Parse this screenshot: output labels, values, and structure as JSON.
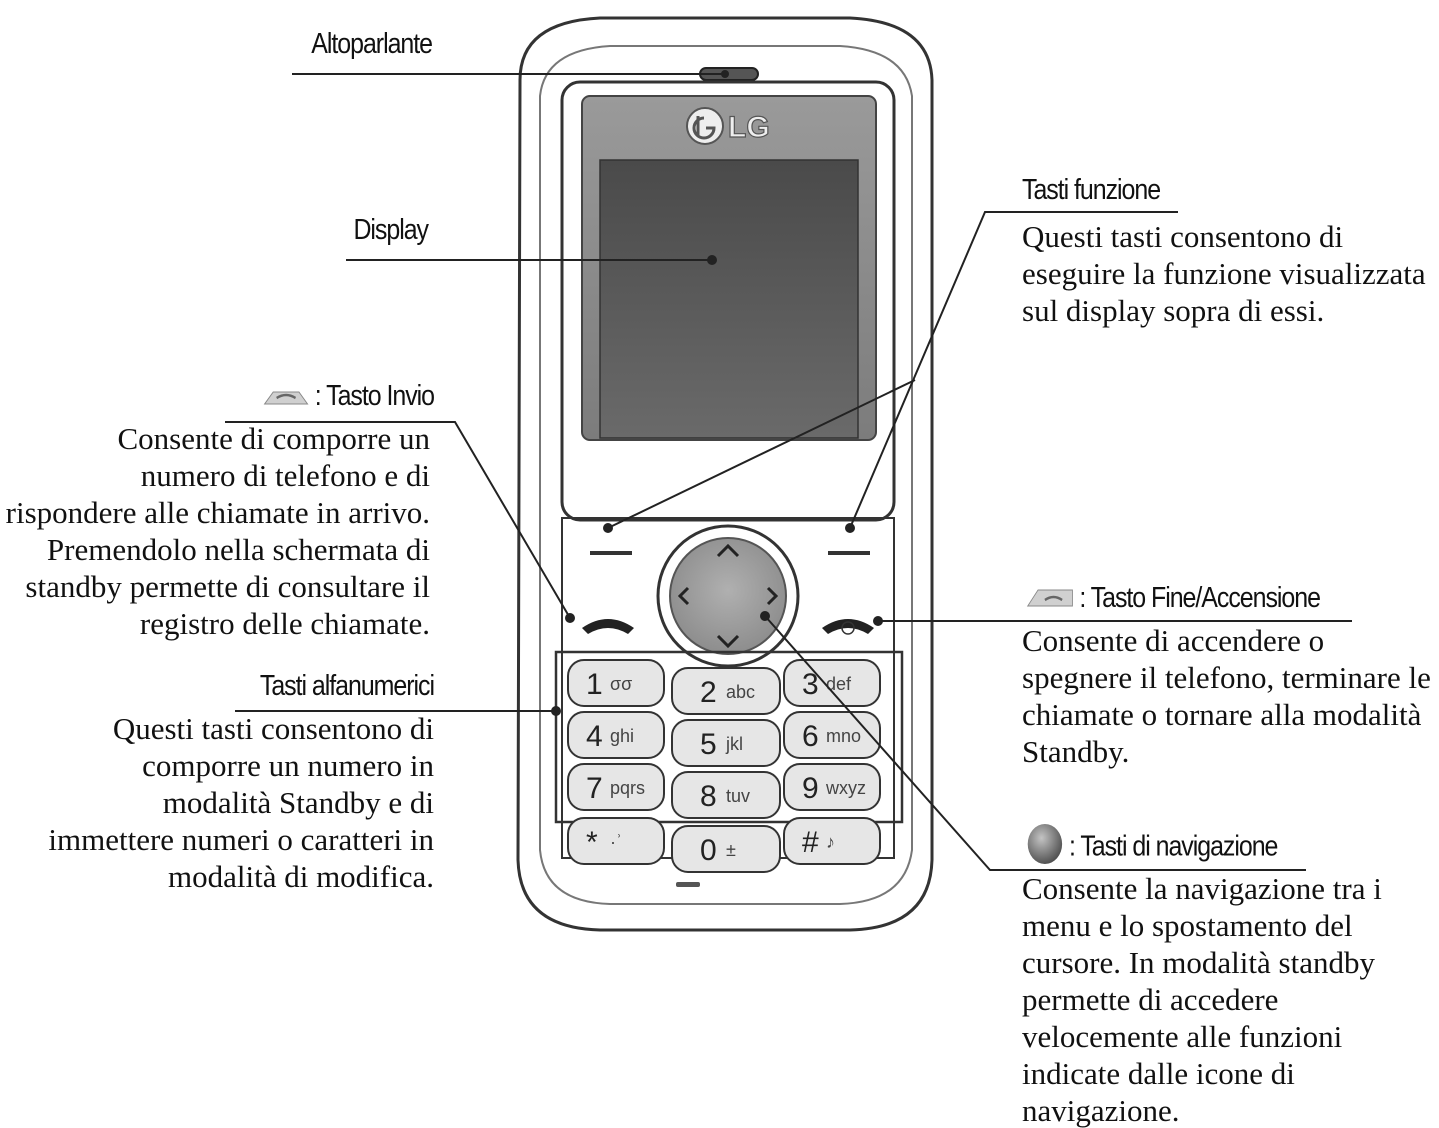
{
  "brand": {
    "logo_text": "LG"
  },
  "callouts": {
    "altoparlante": {
      "title": "Altoparlante"
    },
    "display": {
      "title": "Display"
    },
    "tasti_funzione": {
      "title": "Tasti funzione",
      "lines": [
        "Questi tasti consentono di",
        "eseguire la funzione visualizzata",
        "sul display sopra di essi."
      ]
    },
    "tasto_invio": {
      "title": ": Tasto Invio",
      "icon": "send-key-icon",
      "lines": [
        "Consente di comporre un",
        "numero di telefono e di",
        "rispondere alle chiamate in arrivo.",
        "Premendolo nella schermata di",
        "standby permette di consultare il",
        "registro delle chiamate."
      ]
    },
    "tasto_fine": {
      "title": ": Tasto Fine/Accensione",
      "icon": "end-key-icon",
      "lines": [
        "Consente di accendere o",
        "spegnere il telefono, terminare le",
        "chiamate o tornare alla modalità",
        "Standby."
      ]
    },
    "tasti_alfanumerici": {
      "title": "Tasti alfanumerici",
      "lines": [
        "Questi tasti consentono di",
        "comporre un numero in",
        "modalità Standby e di",
        "immettere numeri o caratteri in",
        "modalità di modifica."
      ]
    },
    "tasti_navigazione": {
      "title": ": Tasti di navigazione",
      "icon": "nav-key-icon",
      "lines": [
        "Consente la navigazione tra i",
        "menu e lo spostamento del",
        "cursore. In modalità standby",
        "permette di accedere",
        "velocemente alle funzioni",
        "indicate dalle icone di",
        "navigazione."
      ]
    }
  },
  "keypad": [
    {
      "digit": "1",
      "letters": "σσ"
    },
    {
      "digit": "2",
      "letters": "abc"
    },
    {
      "digit": "3",
      "letters": "def"
    },
    {
      "digit": "4",
      "letters": "ghi"
    },
    {
      "digit": "5",
      "letters": "jkl"
    },
    {
      "digit": "6",
      "letters": "mno"
    },
    {
      "digit": "7",
      "letters": "pqrs"
    },
    {
      "digit": "8",
      "letters": "tuv"
    },
    {
      "digit": "9",
      "letters": "wxyz"
    },
    {
      "digit": "*",
      "letters": "·ʾ"
    },
    {
      "digit": "0",
      "letters": "±"
    },
    {
      "digit": "#",
      "letters": "♪"
    }
  ],
  "colors": {
    "line": "#222222",
    "display": "#555555",
    "bezel": "#8a8a8a",
    "nav": "#9a9a9a"
  }
}
